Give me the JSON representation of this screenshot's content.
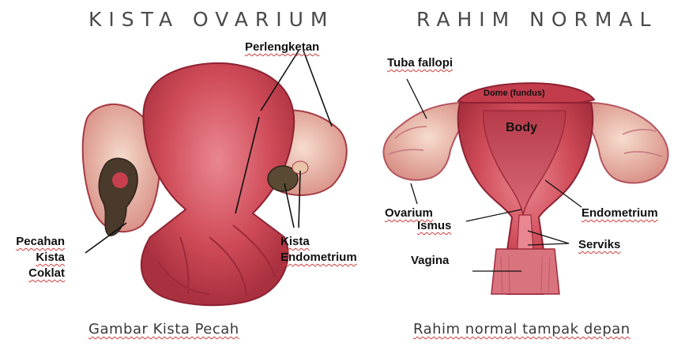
{
  "left_panel": {
    "title": "KISTA OVARIUM",
    "caption": "Gambar Kista Pecah",
    "labels": {
      "perlengketan": "Perlengketan",
      "pecahan_line1": "Pecahan",
      "pecahan_line2": "Kista",
      "pecahan_line3": "Coklat",
      "kista_line1": "Kista",
      "kista_line2": "Endometrium"
    }
  },
  "right_panel": {
    "title": "RAHIM NORMAL",
    "caption": "Rahim normal tampak depan",
    "labels": {
      "tuba": "Tuba fallopi",
      "dome": "Dome (fundus)",
      "body": "Body",
      "ovarium": "Ovarium",
      "ismus": "Ismus",
      "endometrium": "Endometrium",
      "serviks": "Serviks",
      "vagina": "Vagina"
    }
  },
  "colors": {
    "uterus_main": "#cf4a57",
    "uterus_dark": "#a8303f",
    "uterus_light": "#e98791",
    "ovary": "#e9b8a4",
    "cyst": "#4a3a2c",
    "text": "#111111"
  }
}
